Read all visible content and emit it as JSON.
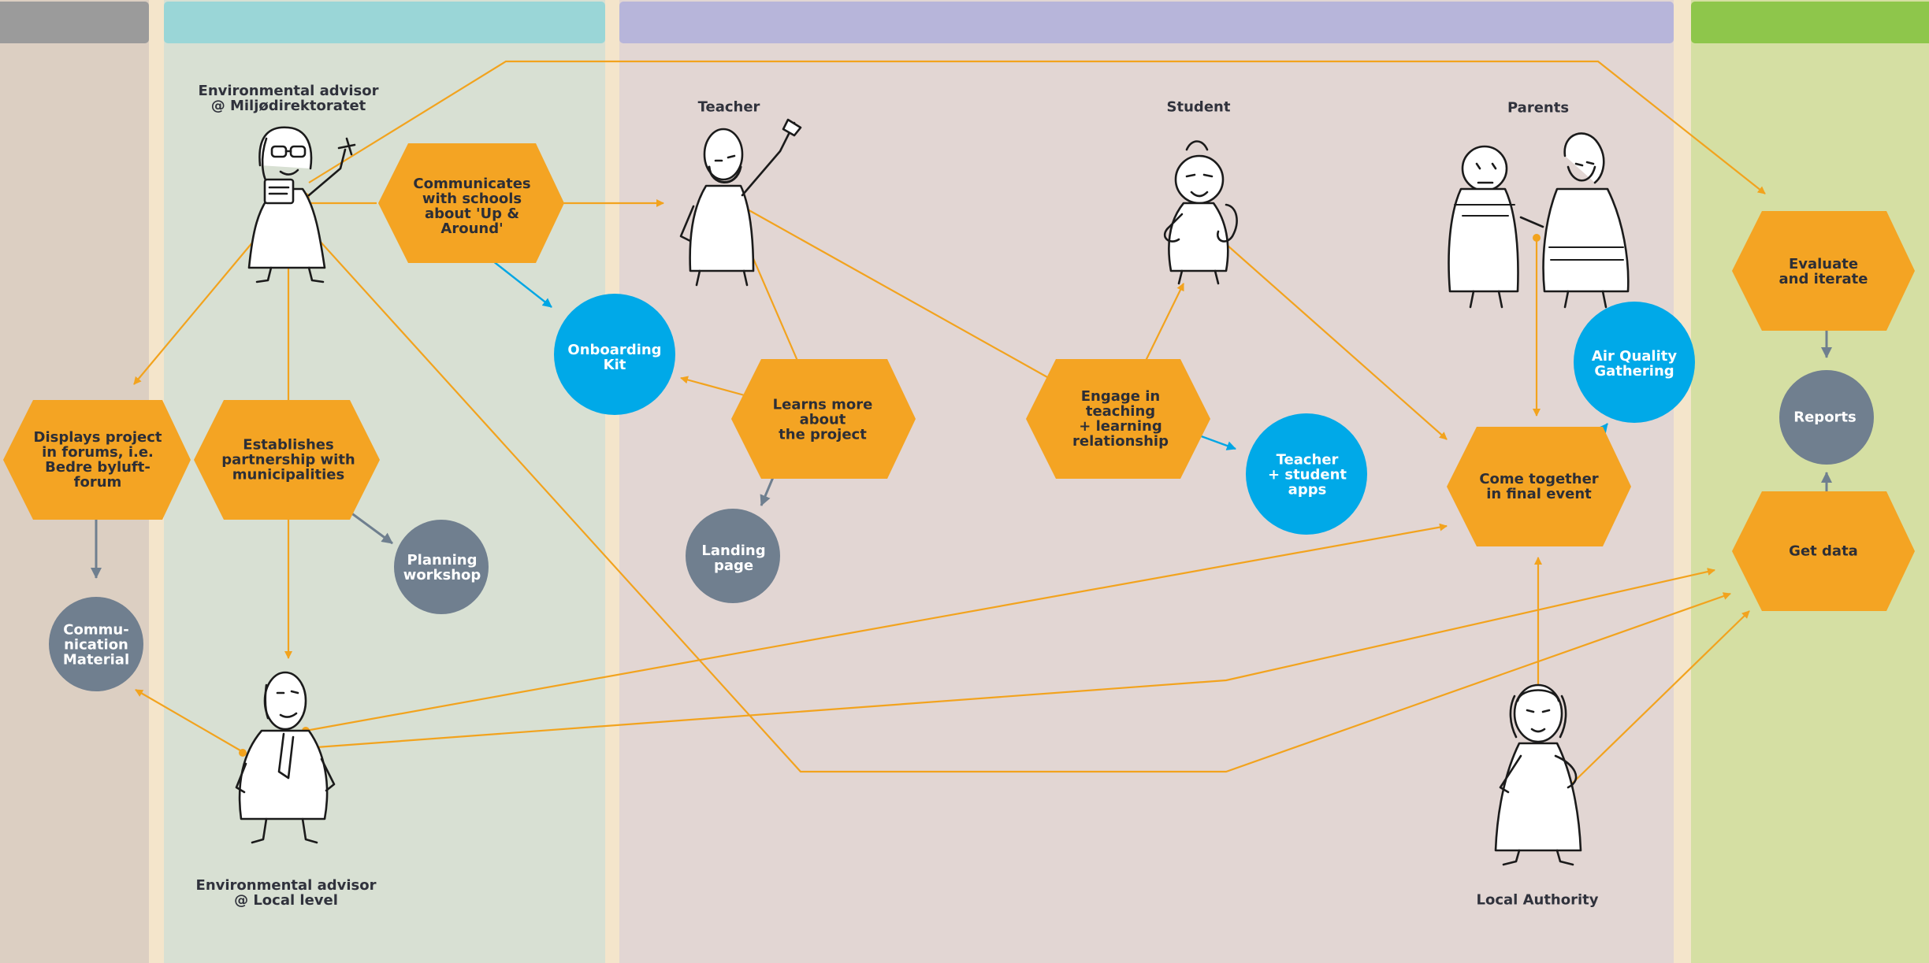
{
  "lanes": [
    {
      "id": "lane-1",
      "bg": "#dccfc2",
      "header": "#9b9b9b"
    },
    {
      "id": "lane-2",
      "bg": "#d8e0d3",
      "header": "#9ad6d7"
    },
    {
      "id": "lane-3",
      "bg": "#e2d6d3",
      "header": "#b7b5da"
    },
    {
      "id": "lane-4",
      "bg": "#d5dfa3",
      "header": "#8ec64b"
    }
  ],
  "colors": {
    "connector": "#f2a31e",
    "output_arrow": "#00a6e4",
    "internal_arrow": "#6f7f8f",
    "hexagon": "#f4a423",
    "circle_blue": "#00a9e8",
    "circle_gray": "#707f8f"
  },
  "actors": {
    "env_advisor_national": "Environmental advisor\n@ Miljødirektoratet",
    "env_advisor_local": "Environmental advisor\n@ Local level",
    "teacher": "Teacher",
    "student": "Student",
    "parents": "Parents",
    "local_authority": "Local Authority"
  },
  "steps": {
    "displays_project": "Displays project\nin forums, i.e.\nBedre byluft-\nforum",
    "establishes_partnership": "Establishes\npartnership with\nmunicipalities",
    "communicates": "Communicates\nwith schools\nabout 'Up &\nAround'",
    "learns_more": "Learns more\nabout\nthe project",
    "engage": "Engage in\nteaching\n+  learning\nrelationship",
    "come_together": "Come together\nin final event",
    "evaluate": "Evaluate\nand iterate",
    "get_data": "Get data"
  },
  "outputs": {
    "communication_material": "Commu-\nnication\nMaterial",
    "planning_workshop": "Planning\nworkshop",
    "onboarding_kit": "Onboarding\nKit",
    "landing_page": "Landing\npage",
    "teacher_student_apps": "Teacher\n+ student\napps",
    "air_quality": "Air Quality\nGathering",
    "reports": "Reports"
  }
}
